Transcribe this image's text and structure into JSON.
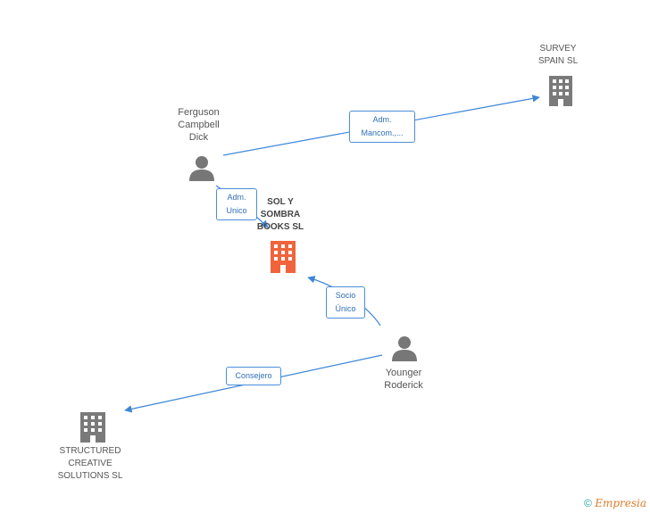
{
  "nodes": {
    "survey": {
      "label": "SURVEY\nSPAIN SL",
      "type": "company"
    },
    "ferguson": {
      "label": "Ferguson\nCampbell\nDick",
      "type": "person"
    },
    "sol": {
      "label": "SOL Y\nSOMBRA\nBOOKS SL",
      "type": "company-focus"
    },
    "younger": {
      "label": "Younger\nRoderick",
      "type": "person"
    },
    "structured": {
      "label": "STRUCTURED\nCREATIVE\nSOLUTIONS  SL",
      "type": "company"
    }
  },
  "edges": [
    {
      "from": "ferguson",
      "to": "survey",
      "label": "Adm.\nMancom.,..."
    },
    {
      "from": "ferguson",
      "to": "sol",
      "label": "Adm.\nUnico"
    },
    {
      "from": "younger",
      "to": "sol",
      "label": "Socio\nÚnico"
    },
    {
      "from": "younger",
      "to": "structured",
      "label": "Consejero"
    }
  ],
  "colors": {
    "edge": "#3d86d6",
    "company": "#7a7a7a",
    "focus": "#f0643c",
    "person": "#777777"
  },
  "footer": {
    "copyright": "©",
    "brand": "Empresia"
  }
}
